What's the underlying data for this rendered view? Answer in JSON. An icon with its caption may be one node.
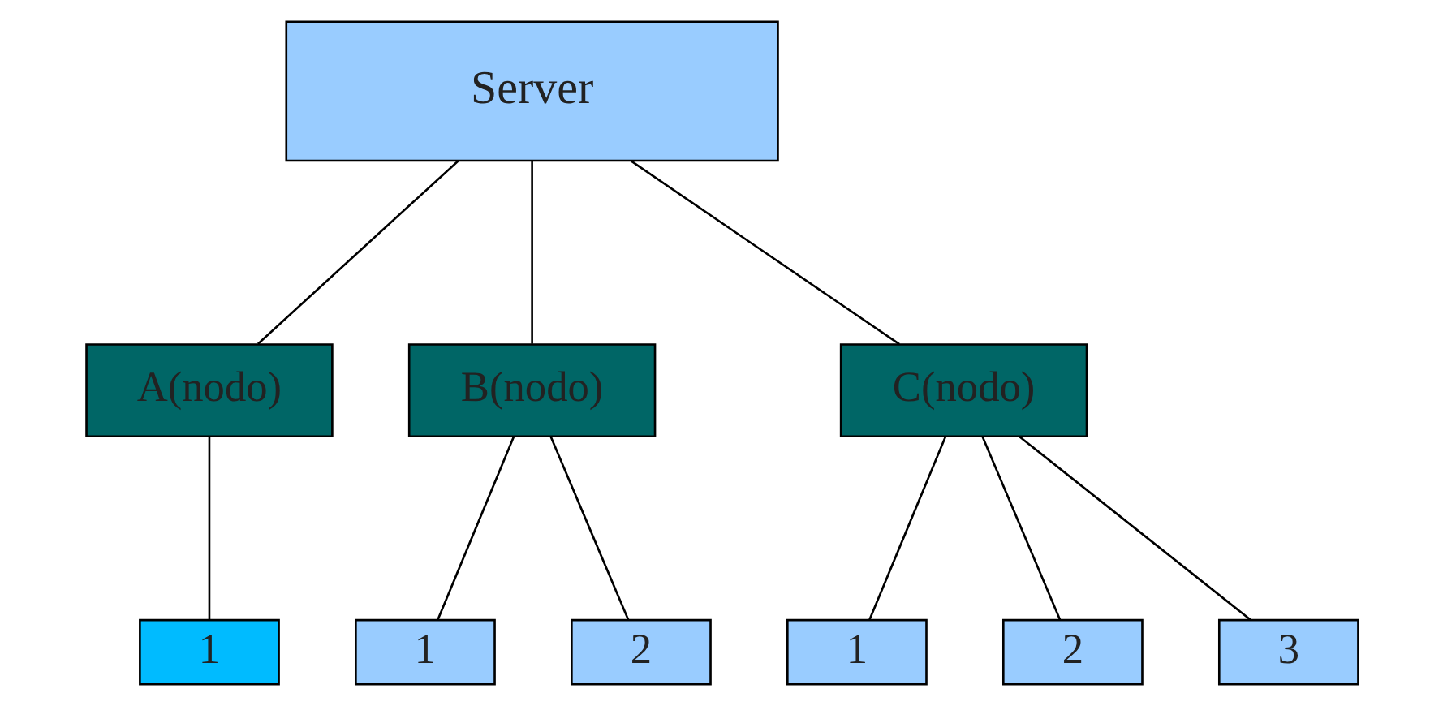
{
  "diagram": {
    "nodes": [
      {
        "text": [
          "Server"
        ]
      },
      {
        "text": [
          "A(nodo)"
        ]
      },
      {
        "text": [
          "B(nodo)"
        ]
      },
      {
        "text": [
          "C(nodo)"
        ]
      },
      {
        "text": [
          "1"
        ]
      },
      {
        "text": [
          "1"
        ]
      },
      {
        "text": [
          "2"
        ]
      },
      {
        "text": [
          "1"
        ]
      },
      {
        "text": [
          "2"
        ]
      },
      {
        "text": [
          "3"
        ]
      }
    ],
    "edges": [
      {
        "from": 0,
        "to": 1,
        "arrow": "none"
      },
      {
        "from": 0,
        "to": 2,
        "arrow": "none"
      },
      {
        "from": 0,
        "to": 3,
        "arrow": "none"
      },
      {
        "from": 1,
        "to": 4,
        "arrow": "none"
      },
      {
        "from": 2,
        "to": 5,
        "arrow": "none"
      },
      {
        "from": 2,
        "to": 6,
        "arrow": "none"
      },
      {
        "from": 3,
        "to": 7,
        "arrow": "none"
      },
      {
        "from": 3,
        "to": 8,
        "arrow": "none"
      },
      {
        "from": 3,
        "to": 9,
        "arrow": "none"
      }
    ]
  }
}
